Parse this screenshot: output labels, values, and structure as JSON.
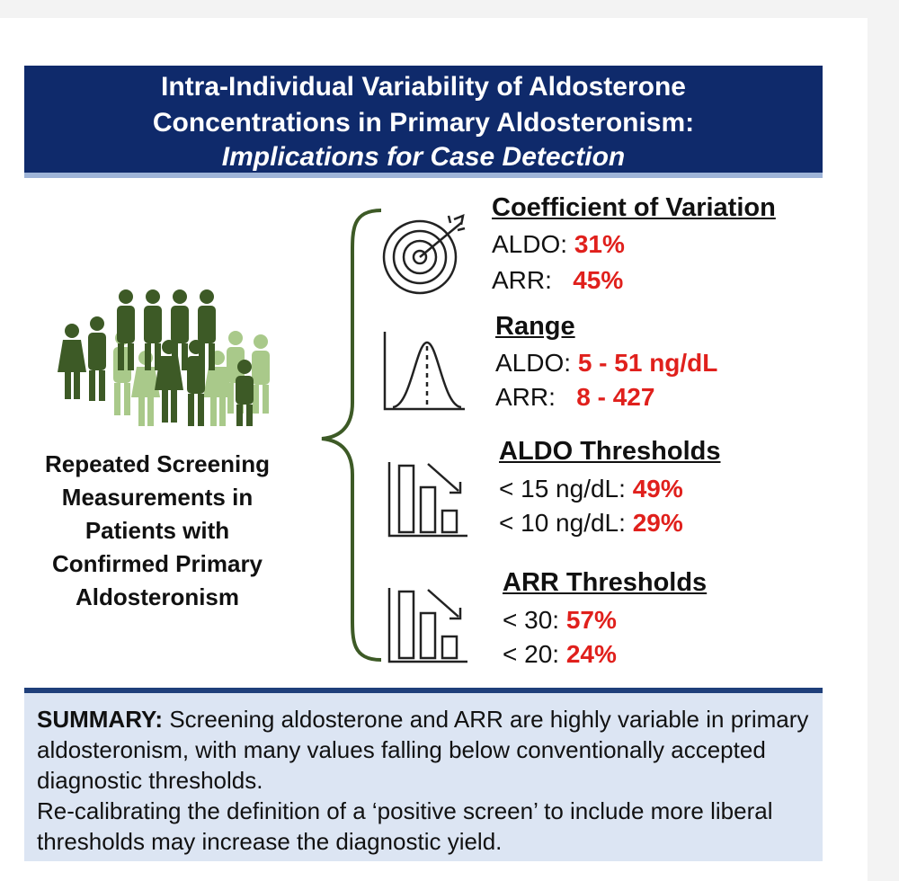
{
  "header": {
    "line1": "Intra-Individual Variability of Aldosterone",
    "line2": "Concentrations in Primary Aldosteronism:",
    "line3": "Implications for Case Detection"
  },
  "left": {
    "caption": [
      "Repeated Screening",
      "Measurements in",
      "Patients with",
      "Confirmed Primary",
      "Aldosteronism"
    ]
  },
  "sections": {
    "cv": {
      "title": "Coefficient of Variation",
      "r1_label": "ALDO: ",
      "r1_value": "31%",
      "r2_label": "ARR:   ",
      "r2_value": "45%"
    },
    "range": {
      "title": "Range",
      "r1_label": "ALDO: ",
      "r1_value": "5 - 51 ng/dL",
      "r2_label": "ARR:   ",
      "r2_value": "8 - 427"
    },
    "aldo": {
      "title": "ALDO Thresholds",
      "r1_label": "< 15 ng/dL: ",
      "r1_value": "49%",
      "r2_label": "< 10 ng/dL: ",
      "r2_value": "29%"
    },
    "arr": {
      "title": "ARR Thresholds",
      "r1_label": "< 30: ",
      "r1_value": "57%",
      "r2_label": "< 20: ",
      "r2_value": "24%"
    }
  },
  "summary": {
    "lead": "SUMMARY:",
    "text1": " Screening aldosterone and ARR are highly variable in primary aldosteronism, with many values falling below conventionally accepted diagnostic thresholds.",
    "text2": "Re-calibrating the definition of a ‘positive screen’ to include more liberal thresholds may increase the diagnostic yield."
  },
  "colors": {
    "navy": "#0f2a6b",
    "accent_red": "#e0201c",
    "green_dark": "#3d5a26",
    "green_light": "#a9c98a",
    "summary_bg": "#dce5f3"
  }
}
